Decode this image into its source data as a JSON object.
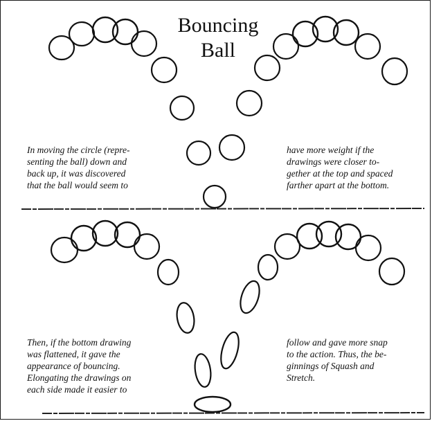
{
  "title": {
    "line1": "Bouncing",
    "line2": "Ball"
  },
  "captions": {
    "top_left": [
      "In moving the circle (repre-",
      "senting the ball) down and",
      "back up, it was discovered",
      "that the ball would seem to"
    ],
    "top_right": [
      "have more weight if the",
      "drawings were closer to-",
      "gether at the top and spaced",
      "farther apart at the bottom."
    ],
    "bottom_left": [
      "Then, if the bottom drawing",
      "was flattened, it gave the",
      "appearance of bouncing.",
      "Elongating the drawings on",
      "each side made it easier to"
    ],
    "bottom_right": [
      "follow and gave more snap",
      "to the action. Thus, the be-",
      "ginnings of Squash and",
      "Stretch."
    ]
  },
  "colors": {
    "ink": "#111111",
    "paper": "#ffffff"
  }
}
